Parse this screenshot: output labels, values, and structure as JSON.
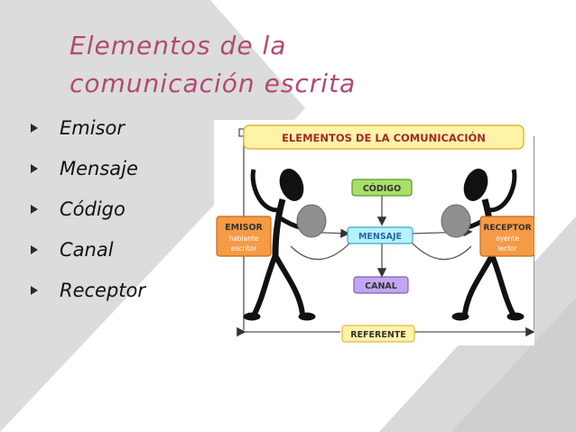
{
  "slide": {
    "title_lines": [
      "Elementos de la",
      "comunicación escrita"
    ],
    "bullets": [
      "Emisor",
      "Mensaje",
      "Código",
      "Canal",
      "Receptor"
    ]
  },
  "diagram": {
    "heading": "ELEMENTOS DE LA COMUNICACIÓN",
    "codigo": "CÓDIGO",
    "mensaje": "MENSAJE",
    "canal": "CANAL",
    "referente": "REFERENTE",
    "emisor": {
      "label": "EMISOR",
      "sub1": "hablante",
      "sub2": "escritor"
    },
    "receptor": {
      "label": "RECEPTOR",
      "sub1": "oyente",
      "sub2": "lector"
    }
  },
  "colors": {
    "title": "#b24a72",
    "grey_band": "#dcdcdc",
    "heading_box": "#fff3a8",
    "codigo_box": "#a6e06a",
    "mensaje_box": "#b6f1ff",
    "canal_box": "#c2a6ef",
    "role_box": "#f59a45",
    "referente_box": "#fff3a8"
  }
}
